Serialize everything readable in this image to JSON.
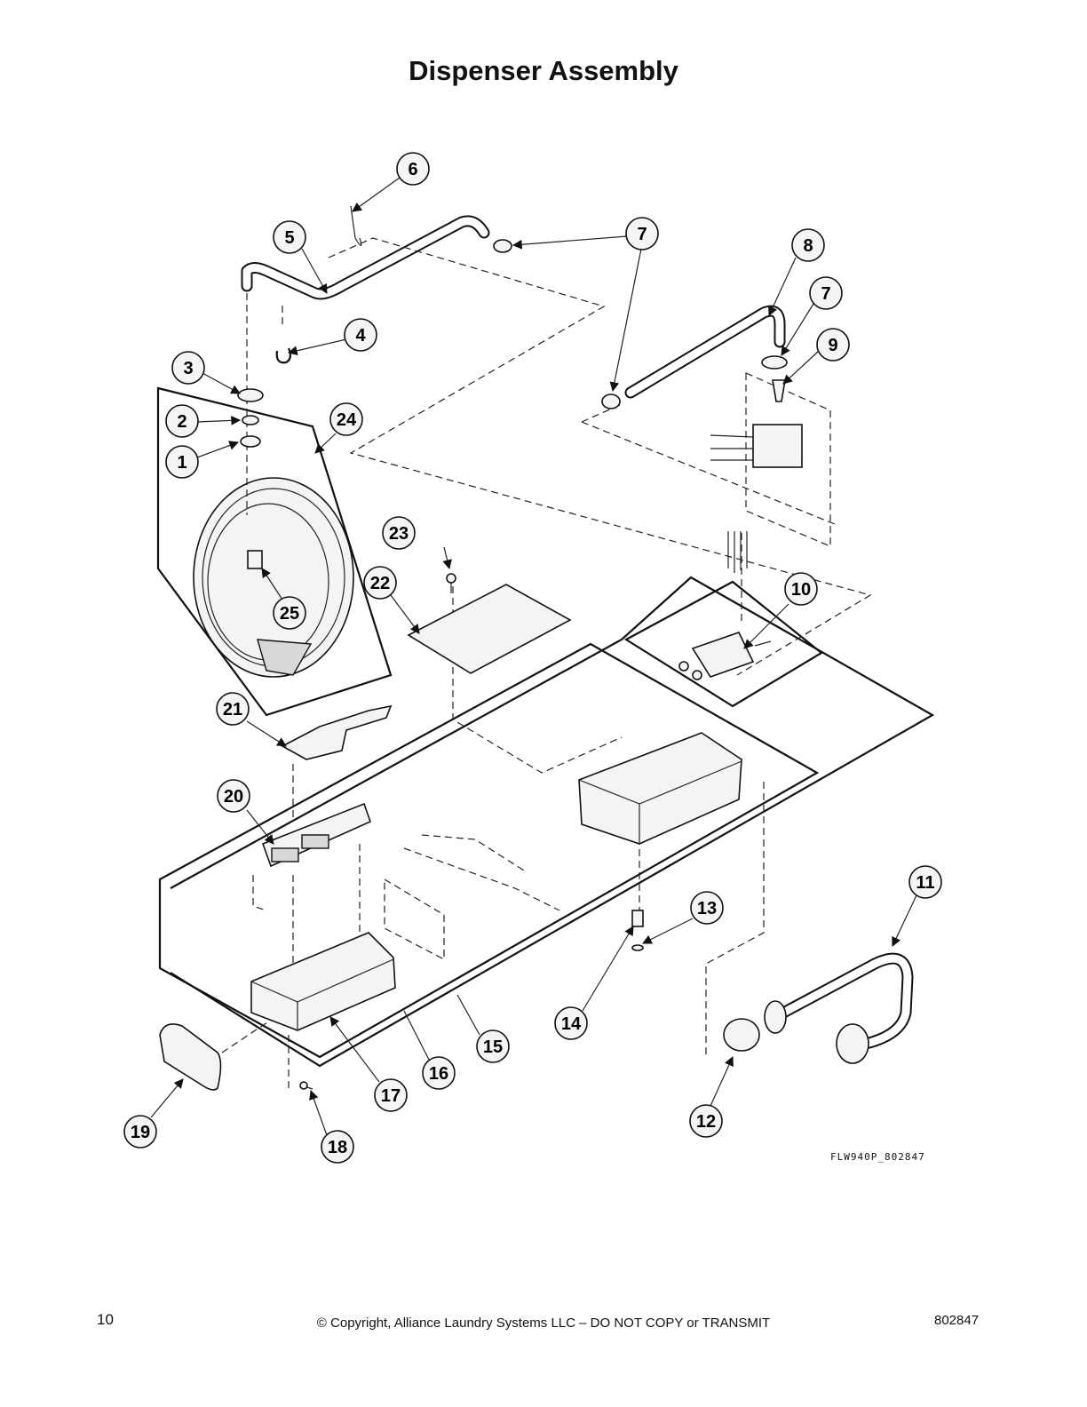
{
  "title": "Dispenser Assembly",
  "drawing_code": "FLW940P_802847",
  "footer": {
    "page_number": "10",
    "copyright": "© Copyright, Alliance Laundry Systems LLC – DO NOT COPY or TRANSMIT",
    "doc_number": "802847"
  },
  "callouts": [
    {
      "id": "c1",
      "label": "1"
    },
    {
      "id": "c2",
      "label": "2"
    },
    {
      "id": "c3",
      "label": "3"
    },
    {
      "id": "c4",
      "label": "4"
    },
    {
      "id": "c5",
      "label": "5"
    },
    {
      "id": "c6",
      "label": "6"
    },
    {
      "id": "c7a",
      "label": "7"
    },
    {
      "id": "c7b",
      "label": "7"
    },
    {
      "id": "c8",
      "label": "8"
    },
    {
      "id": "c9",
      "label": "9"
    },
    {
      "id": "c10",
      "label": "10"
    },
    {
      "id": "c11",
      "label": "11"
    },
    {
      "id": "c12",
      "label": "12"
    },
    {
      "id": "c13",
      "label": "13"
    },
    {
      "id": "c14",
      "label": "14"
    },
    {
      "id": "c15",
      "label": "15"
    },
    {
      "id": "c16",
      "label": "16"
    },
    {
      "id": "c17",
      "label": "17"
    },
    {
      "id": "c18",
      "label": "18"
    },
    {
      "id": "c19",
      "label": "19"
    },
    {
      "id": "c20",
      "label": "20"
    },
    {
      "id": "c21",
      "label": "21"
    },
    {
      "id": "c22",
      "label": "22"
    },
    {
      "id": "c23",
      "label": "23"
    },
    {
      "id": "c24",
      "label": "24"
    },
    {
      "id": "c25",
      "label": "25"
    }
  ]
}
